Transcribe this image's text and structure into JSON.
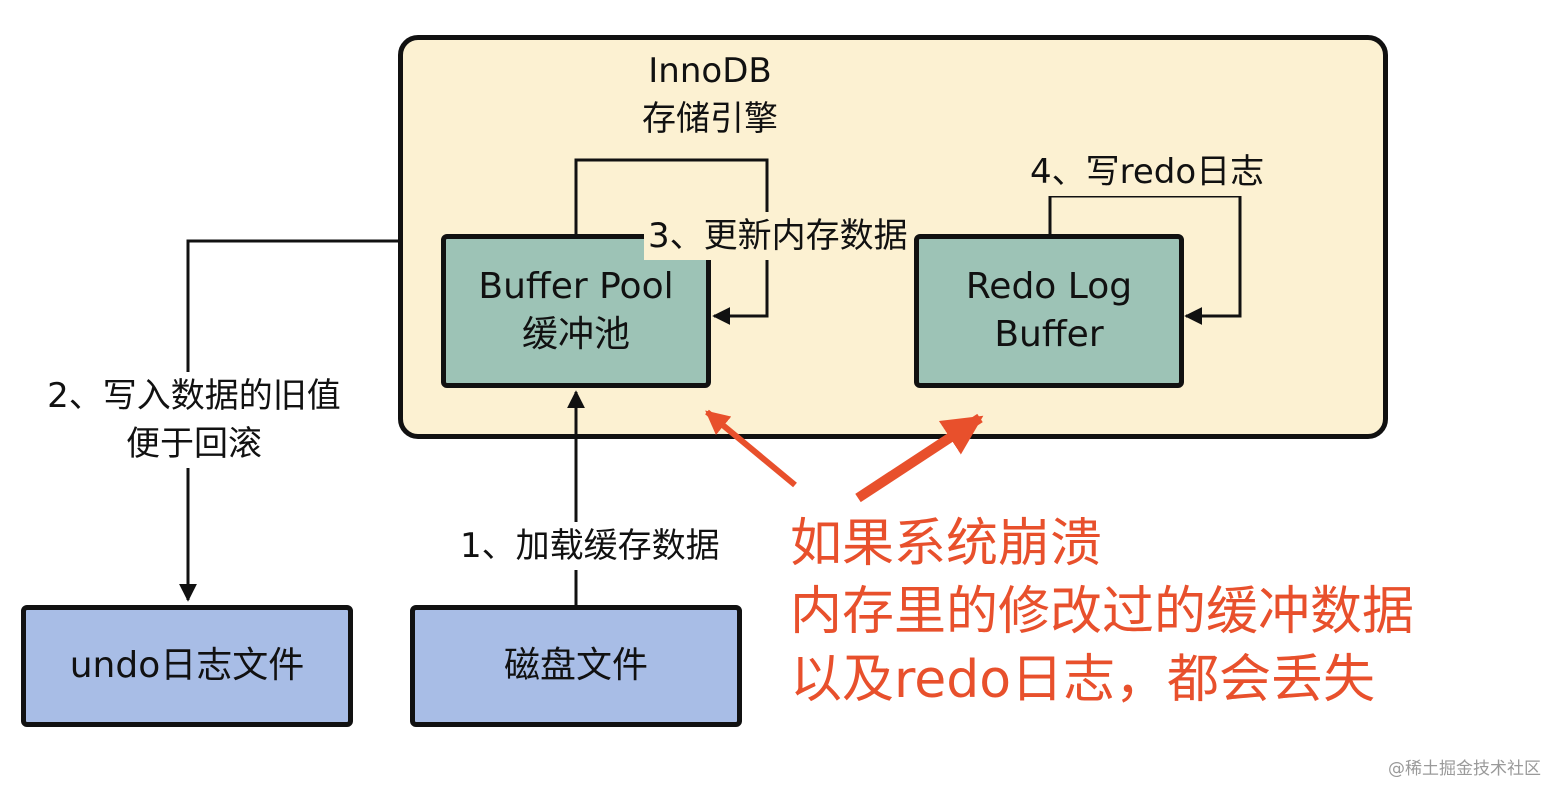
{
  "engine": {
    "title_line1": "InnoDB",
    "title_line2": "存储引擎"
  },
  "buffer_pool": {
    "line1": "Buffer Pool",
    "line2": "缓冲池"
  },
  "redo_log_buffer": {
    "line1": "Redo Log",
    "line2": "Buffer"
  },
  "undo_file": {
    "label": "undo日志文件"
  },
  "disk_file": {
    "label": "磁盘文件"
  },
  "steps": {
    "step1": "1、加载缓存数据",
    "step2_line1": "2、写入数据的旧值",
    "step2_line2": "便于回滚",
    "step3": "3、更新内存数据",
    "step4": "4、写redo日志"
  },
  "warning": {
    "line1": "如果系统崩溃",
    "line2": "内存里的修改过的缓冲数据",
    "line3": "以及redo日志，都会丢失"
  },
  "watermark": "@稀土掘金技术社区",
  "colors": {
    "engine_bg": "#fcf1d2",
    "component_green": "#9dc3b6",
    "file_blue": "#a8bde6",
    "warning_red": "#e8502c"
  }
}
